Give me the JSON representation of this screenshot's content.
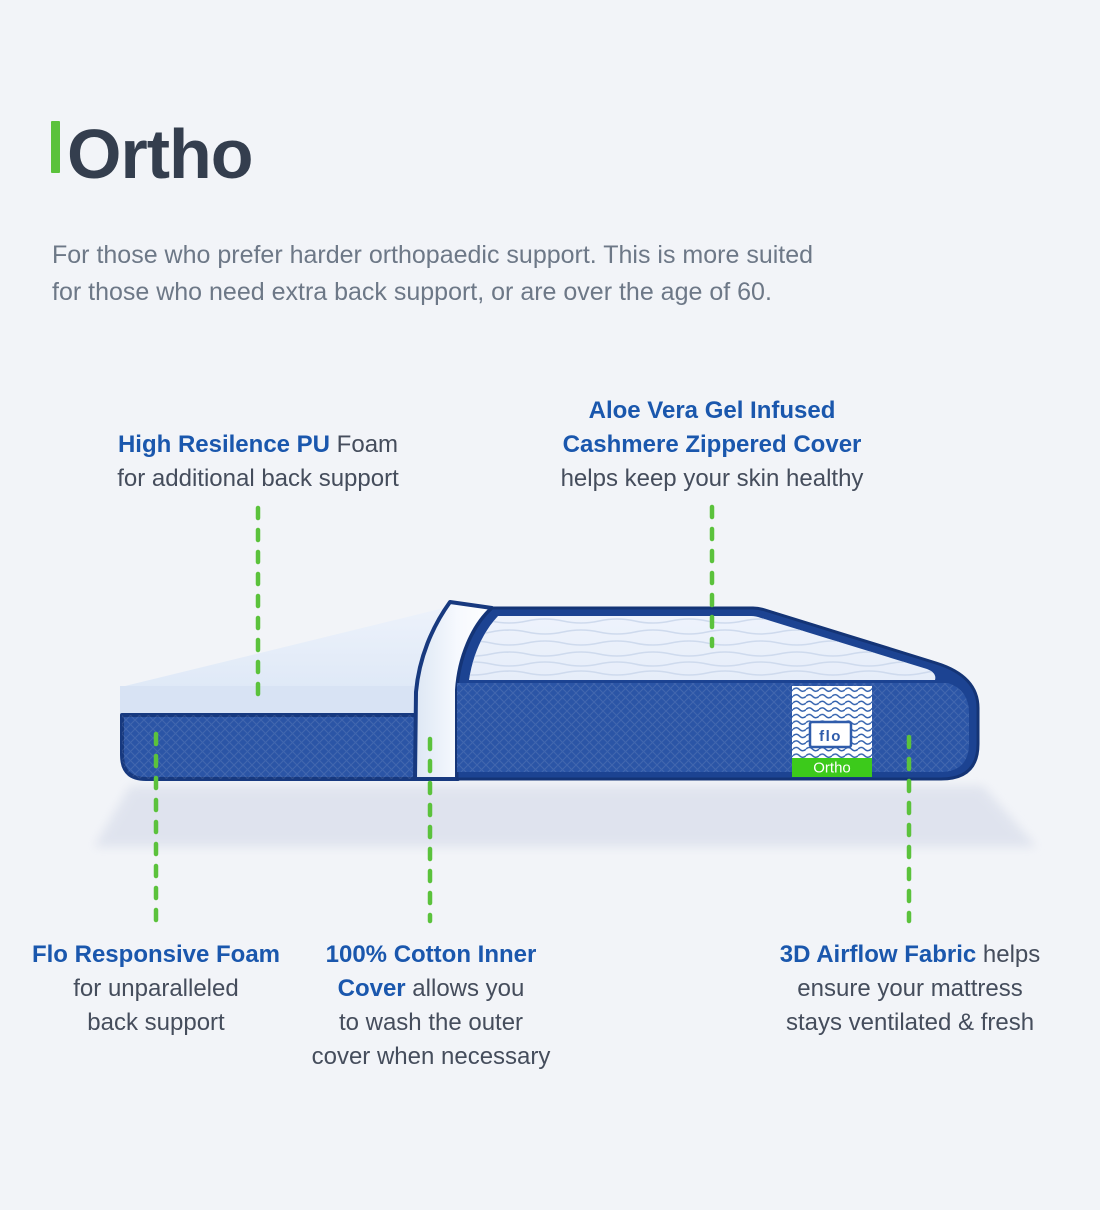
{
  "page": {
    "background": "#f2f4f8"
  },
  "header": {
    "title": "Ortho",
    "subtitle_line1": "For those who prefer harder orthopaedic support. This is more suited",
    "subtitle_line2": "for those who need extra back support, or are over the age of 60.",
    "accent_color": "#5bc23c"
  },
  "callouts": {
    "pu_foam": {
      "l1em": "High Resilence PU",
      "l1tx": " Foam",
      "l2tx": "for additional back support"
    },
    "zipper_cover": {
      "l1em": "Aloe Vera Gel Infused",
      "l2em": "Cashmere Zippered Cover",
      "l3tx": "helps keep your skin healthy"
    },
    "responsive_foam": {
      "l1em": "Flo Responsive Foam",
      "l2tx": "for unparalleled",
      "l3tx": "back support"
    },
    "inner_cover": {
      "l1em": "100% Cotton Inner",
      "l2em": "Cover",
      "l2tx": " allows you",
      "l3tx": "to wash the outer",
      "l4tx": "cover when necessary"
    },
    "airflow_fabric": {
      "l1em": "3D Airflow Fabric",
      "l1tx": " helps",
      "l2tx": "ensure your mattress",
      "l3tx": "stays ventilated & fresh"
    }
  },
  "mattress": {
    "brand_label": "flo",
    "badge": "Ortho",
    "badge_color": "#3cca1b",
    "body_color": "#2b55a6",
    "outline_color": "#17397f"
  },
  "colors": {
    "callout_blue": "#1a57ad",
    "callout_dark": "#454d5c",
    "subtitle_gray": "#6d7887",
    "title_dark": "#343e4e",
    "accent_green": "#5bc23c"
  }
}
